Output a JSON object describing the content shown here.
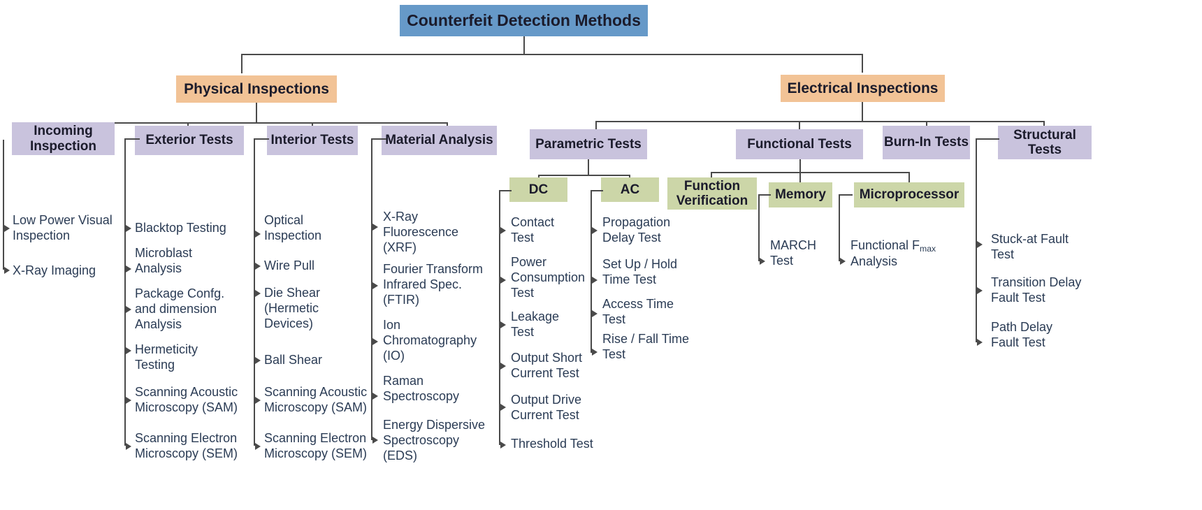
{
  "diagram": {
    "title": "Counterfeit Detection Methods",
    "type": "hierarchy-tree",
    "colors": {
      "root": "#6699c8",
      "level1": "#f2c396",
      "level2": "#c9c3dd",
      "level3": "#ccd6a8",
      "line": "#4a4a4a",
      "leaf_text": "#2b3c55",
      "node_text": "#1b1b2b"
    }
  },
  "root": {
    "label": "Counterfeit Detection Methods"
  },
  "branches": {
    "physical": {
      "label": "Physical Inspections"
    },
    "electrical": {
      "label": "Electrical Inspections"
    }
  },
  "categories": {
    "incoming_inspection": {
      "label": "Incoming\nInspection"
    },
    "exterior_tests": {
      "label": "Exterior Tests"
    },
    "interior_tests": {
      "label": "Interior Tests"
    },
    "material_analysis": {
      "label": "Material Analysis"
    },
    "parametric_tests": {
      "label": "Parametric Tests"
    },
    "functional_tests": {
      "label": "Functional Tests"
    },
    "burn_in_tests": {
      "label": "Burn-In\nTests"
    },
    "structural_tests": {
      "label": "Structural\nTests"
    }
  },
  "subcategories": {
    "dc": {
      "label": "DC"
    },
    "ac": {
      "label": "AC"
    },
    "function_verification": {
      "label": "Function\nVerification"
    },
    "memory": {
      "label": "Memory"
    },
    "microprocessor": {
      "label": "Microprocessor"
    }
  },
  "leaves": {
    "incoming_inspection": [
      "Low Power Visual\nInspection",
      "X-Ray Imaging"
    ],
    "exterior_tests": [
      "Blacktop Testing",
      "Microblast\nAnalysis",
      "Package Confg.\nand dimension\nAnalysis",
      "Hermeticity\nTesting",
      "Scanning Acoustic\nMicroscopy (SAM)",
      "Scanning Electron\nMicroscopy (SEM)"
    ],
    "interior_tests": [
      "Optical\nInspection",
      "Wire Pull",
      "Die Shear\n(Hermetic\nDevices)",
      "Ball Shear",
      "Scanning Acoustic\nMicroscopy (SAM)",
      "Scanning Electron\nMicroscopy (SEM)"
    ],
    "material_analysis": [
      "X-Ray\nFluorescence\n(XRF)",
      "Fourier Transform\nInfrared Spec.\n(FTIR)",
      "Ion\nChromatography\n(IO)",
      "Raman\nSpectroscopy",
      "Energy Dispersive\nSpectroscopy\n(EDS)"
    ],
    "dc": [
      "Contact\nTest",
      "Power\nConsumption\nTest",
      "Leakage\nTest",
      "Output Short\nCurrent Test",
      "Output Drive\nCurrent Test",
      "Threshold Test"
    ],
    "ac": [
      "Propagation\nDelay Test",
      "Set Up / Hold\nTime Test",
      "Access Time\nTest",
      "Rise / Fall Time\nTest"
    ],
    "memory": [
      "MARCH\nTest"
    ],
    "microprocessor": [
      "Functional Fmax\nAnalysis"
    ],
    "structural_tests": [
      "Stuck-at Fault\nTest",
      "Transition Delay\nFault Test",
      "Path Delay\nFault Test"
    ]
  }
}
